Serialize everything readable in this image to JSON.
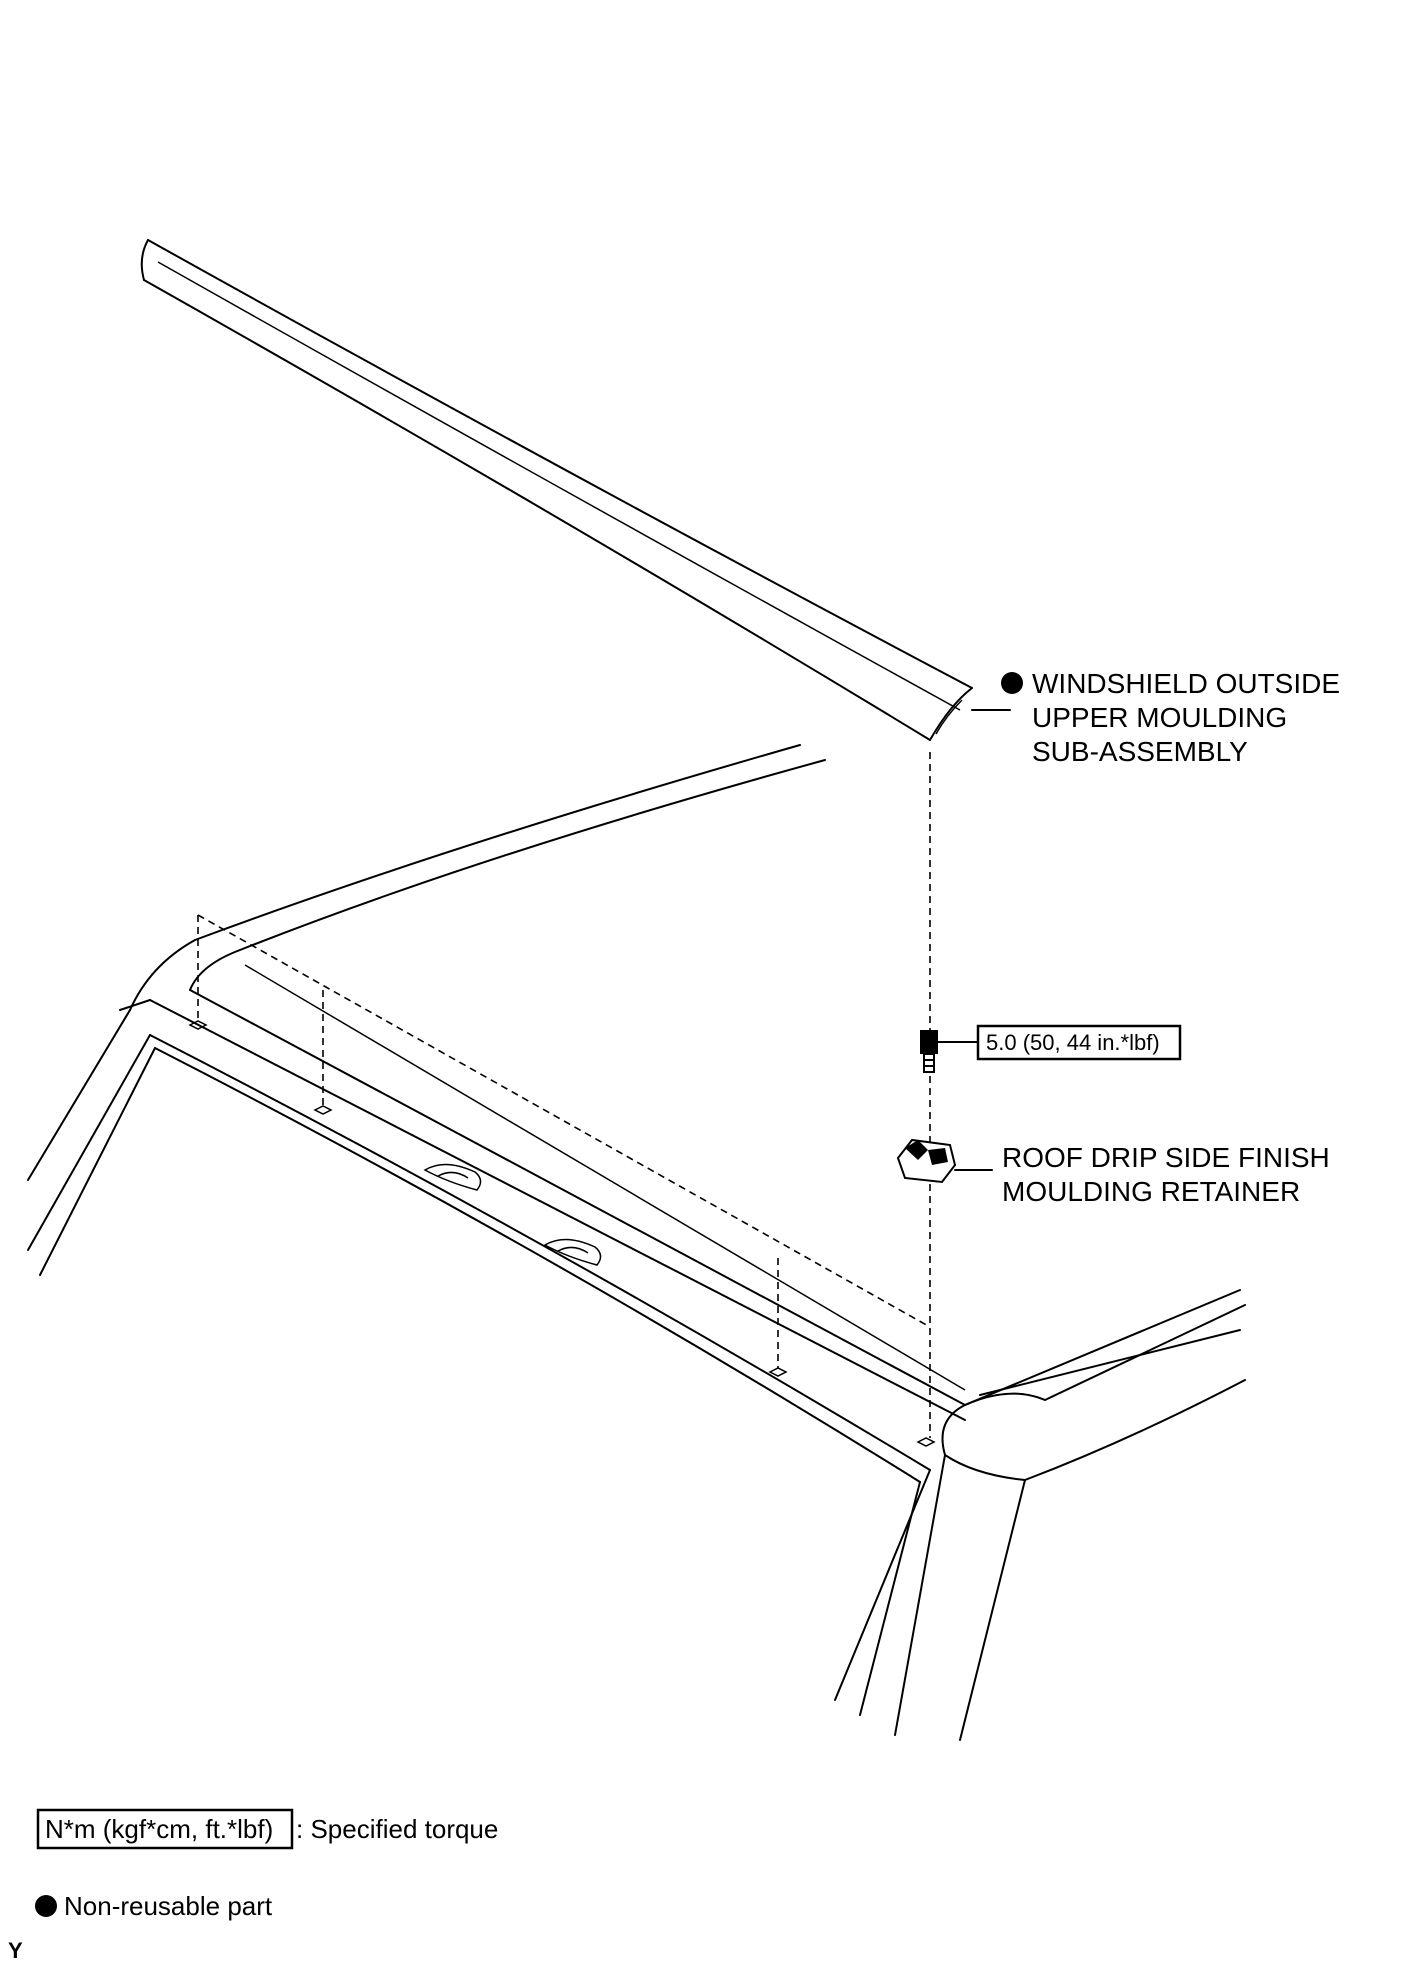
{
  "parts": {
    "moulding": {
      "line1": "WINDSHIELD OUTSIDE",
      "line2": "UPPER MOULDING",
      "line3": "SUB-ASSEMBLY"
    },
    "retainer": {
      "line1": "ROOF DRIP SIDE FINISH",
      "line2": "MOULDING RETAINER"
    }
  },
  "torque": {
    "value": "5.0 (50, 44 in.*lbf)"
  },
  "legend": {
    "torque_unit": "N*m (kgf*cm, ft.*lbf)",
    "torque_desc": ": Specified torque",
    "nonreusable": "Non-reusable part"
  },
  "code": "Y"
}
